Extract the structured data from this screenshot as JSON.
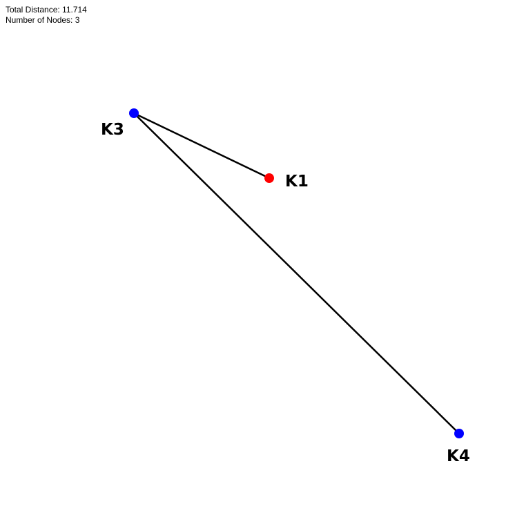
{
  "stats": {
    "total_distance": "Total Distance: 11.714",
    "node_count": "Number of Nodes: 3"
  },
  "colors": {
    "start_node": "#ff0000",
    "node": "#0000ff",
    "edge": "#000000",
    "background": "#ffffff"
  },
  "nodes": [
    {
      "id": "K1",
      "label": "K1",
      "role": "start"
    },
    {
      "id": "K3",
      "label": "K3",
      "role": "node"
    },
    {
      "id": "K4",
      "label": "K4",
      "role": "node"
    }
  ],
  "edges": [
    {
      "from": "K3",
      "to": "K1"
    },
    {
      "from": "K3",
      "to": "K4"
    }
  ]
}
